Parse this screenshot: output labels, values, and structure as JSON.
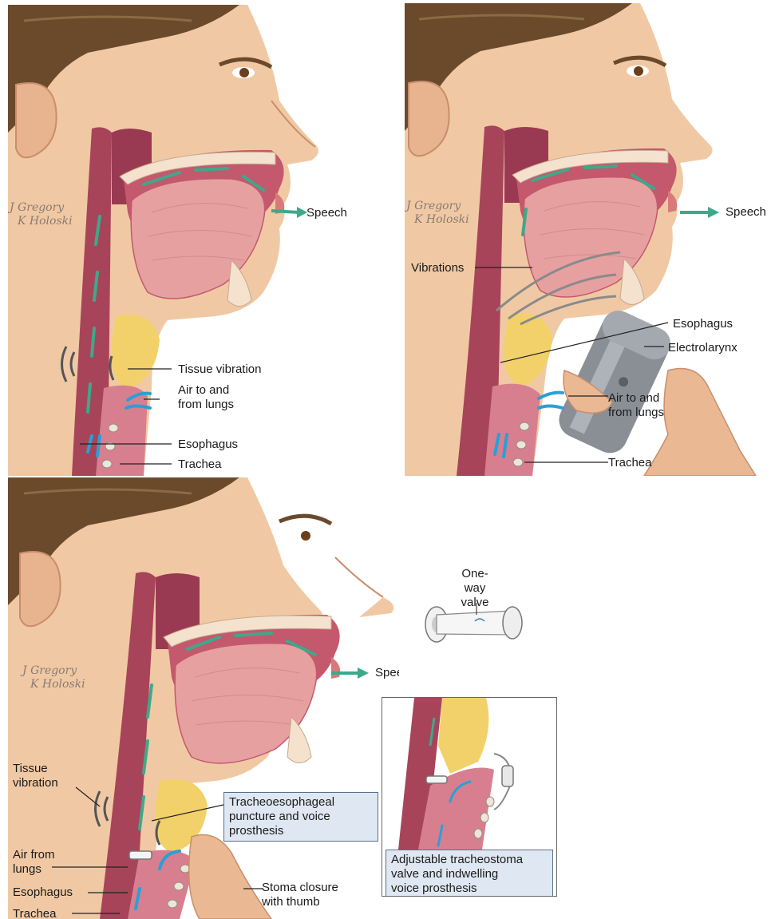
{
  "panel_a": {
    "watermark": [
      "J Gregory",
      "K Holoski"
    ],
    "labels": {
      "speech": "Speech",
      "tissue_vibration": "Tissue vibration",
      "air": [
        "Air to and",
        "from lungs"
      ],
      "esophagus": "Esophagus",
      "trachea": "Trachea"
    }
  },
  "panel_b": {
    "watermark": [
      "J Gregory",
      "K Holoski"
    ],
    "labels": {
      "speech": "Speech",
      "vibrations": "Vibrations",
      "esophagus": "Esophagus",
      "electrolarynx": "Electrolarynx",
      "air": [
        "Air to and",
        "from lungs"
      ],
      "trachea": "Trachea"
    }
  },
  "panel_c": {
    "watermark": [
      "J Gregory",
      "K Holoski"
    ],
    "labels": {
      "speech": "Speech",
      "tissue_vibration": [
        "Tissue",
        "vibration"
      ],
      "prosthesis_box": [
        "Tracheoesophageal",
        "puncture and voice",
        "prosthesis"
      ],
      "air": [
        "Air from",
        "lungs"
      ],
      "esophagus": "Esophagus",
      "trachea": "Trachea",
      "stoma": [
        "Stoma closure",
        "with thumb"
      ]
    },
    "valve_label": [
      "One-way",
      "valve"
    ],
    "inset_box": [
      "Adjustable tracheostoma",
      "valve and indwelling",
      "voice prosthesis"
    ]
  },
  "colors": {
    "skin": "#f0c9a4",
    "skin_shadow": "#d9a37f",
    "hair": "#6b4a2b",
    "muscle": "#a8445a",
    "tongue": "#e6a0a0",
    "fat": "#f2d16b",
    "speech_arrow": "#3fa88a",
    "air_arrow": "#2a9fd8",
    "box_fill": "#dfe7f2"
  }
}
